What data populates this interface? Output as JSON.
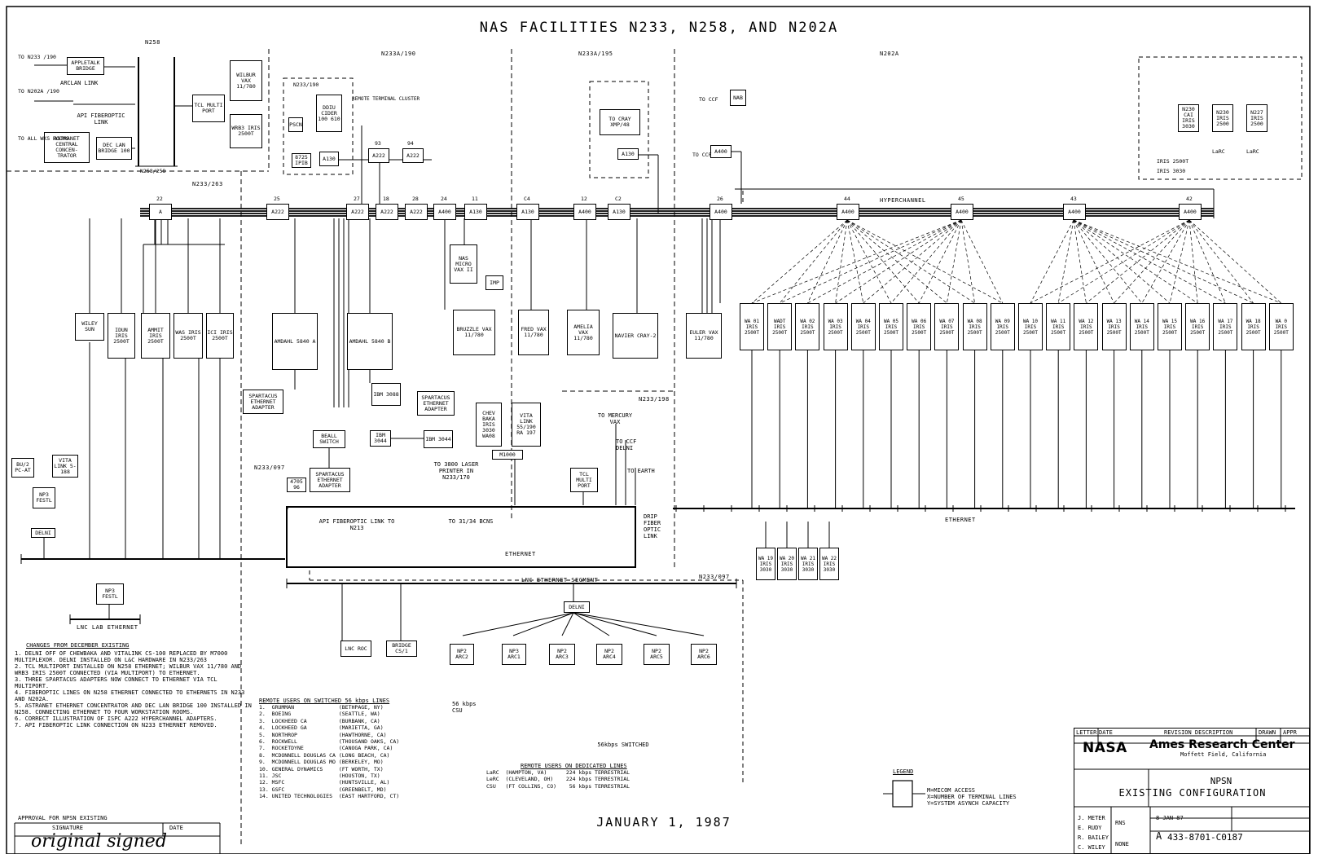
{
  "drawing": {
    "title": "NAS FACILITIES N233, N258, AND N202A",
    "date": "JANUARY 1, 1987",
    "sections": [
      "N258",
      "N233A/190",
      "N233A/195",
      "N202A",
      "N233/263",
      "N233/198",
      "N233/097",
      "N233/097"
    ],
    "buses": {
      "hyperchannel": "HYPERCHANNEL",
      "ethernet": "ETHERNET",
      "lnc_segment": "LNC ETHERNET SEGMENT",
      "lab_ethernet": "LNC LAB ETHERNET"
    }
  },
  "nodes": {
    "a": [
      {
        "label": "22",
        "text": "A"
      },
      {
        "label": "25",
        "text": "A222"
      },
      {
        "label": "27",
        "text": "A222"
      },
      {
        "label": "18",
        "text": "A222"
      },
      {
        "label": "28",
        "text": "A222"
      },
      {
        "label": "24",
        "text": "A400"
      },
      {
        "label": "11",
        "text": "A130"
      },
      {
        "label": "C4",
        "text": "A130"
      },
      {
        "label": "12",
        "text": "A400"
      },
      {
        "label": "C2",
        "text": "A130"
      },
      {
        "label": "26",
        "text": "A400"
      },
      {
        "label": "44",
        "text": "A400"
      },
      {
        "label": "45",
        "text": "A400"
      },
      {
        "label": "43",
        "text": "A400"
      },
      {
        "label": "42",
        "text": "A400"
      }
    ],
    "top": [
      {
        "label": "APPLETALK BRIDGE"
      },
      {
        "label": "DEC LAN BRIDGE 100"
      },
      {
        "label": "ASTRANET CENTRAL CONCEN- TRATOR"
      },
      {
        "label": "TCL MULTI PORT"
      },
      {
        "label": "WILBUR VAX 11/780"
      },
      {
        "label": "WRB3 IRIS 2500T"
      },
      {
        "label": "PSCN"
      },
      {
        "label": "8725 IPIB"
      },
      {
        "label": "A130"
      },
      {
        "label": "DDIU CIDER 100 610"
      },
      {
        "label": "REMOTE TERMINAL CLUSTER"
      },
      {
        "label": "A222"
      },
      {
        "label": "A222"
      },
      {
        "label": "TO CRAY XMP/48"
      },
      {
        "label": "A130"
      },
      {
        "label": "NAB"
      },
      {
        "label": "A400"
      }
    ],
    "hosts": [
      {
        "name": "WILEY SUN"
      },
      {
        "name": "IDUN IRIS 2500T"
      },
      {
        "name": "AMMIT IRIS 2500T"
      },
      {
        "name": "WAS IRIS 2500T"
      },
      {
        "name": "ICI IRIS 2500T"
      },
      {
        "name": "AMDAHL 5840 A"
      },
      {
        "name": "AMDAHL 5840 B"
      },
      {
        "name": "NAS MICRO VAX II"
      },
      {
        "name": "BRUZZLE VAX 11/780"
      },
      {
        "name": "FRED VAX 11/780"
      },
      {
        "name": "AMELIA VAX 11/780"
      },
      {
        "name": "NAVIER CRAY-2"
      },
      {
        "name": "EULER VAX 11/780"
      }
    ],
    "iris": [
      {
        "name": "WA 01"
      },
      {
        "name": "WADT"
      },
      {
        "name": "WA 02"
      },
      {
        "name": "WA 03"
      },
      {
        "name": "WA 04"
      },
      {
        "name": "WA 05"
      },
      {
        "name": "WA 06"
      },
      {
        "name": "WA 07"
      },
      {
        "name": "WA 08"
      },
      {
        "name": "WA 09"
      },
      {
        "name": "WA 10"
      },
      {
        "name": "WA 11"
      },
      {
        "name": "WA 12"
      },
      {
        "name": "WA 13"
      },
      {
        "name": "WA 14"
      },
      {
        "name": "WA 15"
      },
      {
        "name": "WA 16"
      },
      {
        "name": "WA 17"
      },
      {
        "name": "WA 18"
      },
      {
        "name": "WA 0"
      }
    ],
    "iris3030": [
      {
        "name": "WA 19"
      },
      {
        "name": "WA 20"
      },
      {
        "name": "WA 21"
      },
      {
        "name": "WA 22"
      }
    ],
    "iris_model": "IRIS 2500T",
    "iris3030_model": "IRIS 3030",
    "mid": [
      {
        "label": "SPARTACUS ETHERNET ADAPTER"
      },
      {
        "label": "SPARTACUS ETHERNET ADAPTER"
      },
      {
        "label": "SPARTACUS ETHERNET ADAPTER"
      },
      {
        "label": "IBM 3088"
      },
      {
        "label": "IBM 3044"
      },
      {
        "label": "IBM 3044"
      },
      {
        "label": "BEALL SWITCH"
      },
      {
        "label": "CHEV BAKA IRIS 3030 WA08"
      },
      {
        "label": "VITA LINK 55/190 RA 197"
      },
      {
        "label": "M1000"
      },
      {
        "label": "TCL MULTI PORT"
      },
      {
        "label": "4705 96"
      },
      {
        "label": "IMP"
      }
    ],
    "lower": [
      {
        "label": "LNC ROC"
      },
      {
        "label": "BRIDGE CS/1"
      },
      {
        "label": "NP2 ARC2"
      },
      {
        "label": "NP3 ARC1"
      },
      {
        "label": "NP2 ARC3"
      },
      {
        "label": "NP2 ARC4"
      },
      {
        "label": "NP2 ARC5"
      },
      {
        "label": "NP2 ARC6"
      },
      {
        "label": "DELNI"
      },
      {
        "label": "DELNI"
      },
      {
        "label": "NP3 FESTL"
      },
      {
        "label": "NP3 FESTL"
      },
      {
        "label": "BU/2 PC-AT"
      },
      {
        "label": "VITA LINK 5-188"
      }
    ],
    "right_top": [
      {
        "label": "N230 CAI IRIS 3030"
      },
      {
        "label": "N230 IRIS 2500"
      },
      {
        "label": "N227 IRIS 2500"
      }
    ],
    "right_table": [
      "IRIS 2500T",
      "IRIS 3030",
      "LaRC",
      "LaRC"
    ]
  },
  "labels": {
    "api_fiber_line": "API FIBEROPTIC LINK TO N213",
    "to_3134": "TO 31/34 BCNS",
    "drip_link": "DRIP FIBER OPTIC LINK",
    "to_mercury": "TO MERCURY VAX",
    "to_ccf": "TO CCF DELNI",
    "to_earth": "TO EARTH",
    "laser": "TO 3800 LASER PRINTER IN N233/170",
    "bit56": "56 kbps CSU",
    "switched": "56kbps SWITCHED",
    "lnc_link": "ARCLAN LINK",
    "api_link": "API FIBEROPTIC LINK"
  },
  "notes": {
    "heading": "CHANGES FROM DECEMBER EXISTING",
    "items": [
      "1. DELNI OFF OF CHEWBAKA AND VITALINK CS-100 REPLACED BY M7000 MULTIPLEXOR. DELNI INSTALLED ON L&C HARDWARE IN N233/263",
      "2. TCL MULTIPORT INSTALLED ON N258 ETHERNET; WILBUR VAX 11/780 AND WRB3 IRIS 2500T CONNECTED (VIA MULTIPORT) TO ETHERNET.",
      "3. THREE SPARTACUS ADAPTERS NOW CONNECT TO ETHERNET VIA TCL MULTIPORT.",
      "4. FIBEROPTIC LINES ON N258 ETHERNET CONNECTED TO ETHERNETS IN N233 AND N202A.",
      "5. ASTRANET ETHERNET CONCENTRATOR AND DEC LAN BRIDGE 100 INSTALLED IN N258. CONNECTING ETHERNET TO FOUR WORKSTATION ROOMS.",
      "6. CORRECT ILLUSTRATION OF ISPC A222 HYPERCHANNEL ADAPTERS.",
      "7. API FIBEROPTIC LINK CONNECTION ON N233 ETHERNET REMOVED."
    ],
    "approval": "APPROVAL FOR NPSN EXISTING",
    "sig_col": "SIGNATURE",
    "date_col": "DATE",
    "signature": "original signed"
  },
  "remote": {
    "switched_heading": "REMOTE USERS ON SWITCHED 56 kbps LINES",
    "switched": [
      "1.  GRUMMAN              (BETHPAGE, NY)",
      "2.  BOEING               (SEATTLE, WA)",
      "3.  LOCKHEED CA          (BURBANK, CA)",
      "4.  LOCKHEED GA          (MARIETTA, GA)",
      "5.  NORTHROP             (HAWTHORNE, CA)",
      "6.  ROCKWELL             (THOUSAND OAKS, CA)",
      "7.  ROCKETDYNE           (CANOGA PARK, CA)",
      "8.  MCDONNELL DOUGLAS CA (LONG BEACH, CA)",
      "9.  MCDONNELL DOUGLAS MO (BERKELEY, MO)",
      "10. GENERAL DYNAMICS     (FT WORTH, TX)",
      "11. JSC                  (HOUSTON, TX)",
      "12. MSFC                 (HUNTSVILLE, AL)",
      "13. GSFC                 (GREENBELT, MD)",
      "14. UNITED TECHNOLOGIES  (EAST HARTFORD, CT)"
    ],
    "dedicated_heading": "REMOTE USERS ON DEDICATED LINES",
    "dedicated": [
      "LaRC  (HAMPTON, VA)      224 kbps TERRESTRIAL",
      "LeRC  (CLEVELAND, OH)    224 kbps TERRESTRIAL",
      "CSU   (FT COLLINS, CO)    56 kbps TERRESTRIAL"
    ]
  },
  "legend": {
    "heading": "LEGEND",
    "lines": [
      "M=MICOM ACCESS",
      "X=NUMBER OF TERMINAL LINES",
      "Y=SYSTEM ASYNCH CAPACITY"
    ]
  },
  "titleblock": {
    "rev_cols": [
      "LETTER",
      "DATE",
      "REVISION DESCRIPTION",
      "DRAWN",
      "APPR"
    ],
    "nasa": "NASA",
    "center": "Ames Research Center",
    "field": "Moffett Field, California",
    "name1": "NPSN",
    "name2": "EXISTING CONFIGURATION",
    "drawn": "J. METER",
    "checked": "E. RUDY",
    "eng": "R. BAILEY",
    "appr": "C. WILEY",
    "code": "RNS",
    "scale": "NONE",
    "date": "8 JAN 87",
    "number": "433-8701-C0187",
    "size": "A"
  },
  "colors": {
    "ink": "#000000",
    "paper": "#ffffff"
  }
}
